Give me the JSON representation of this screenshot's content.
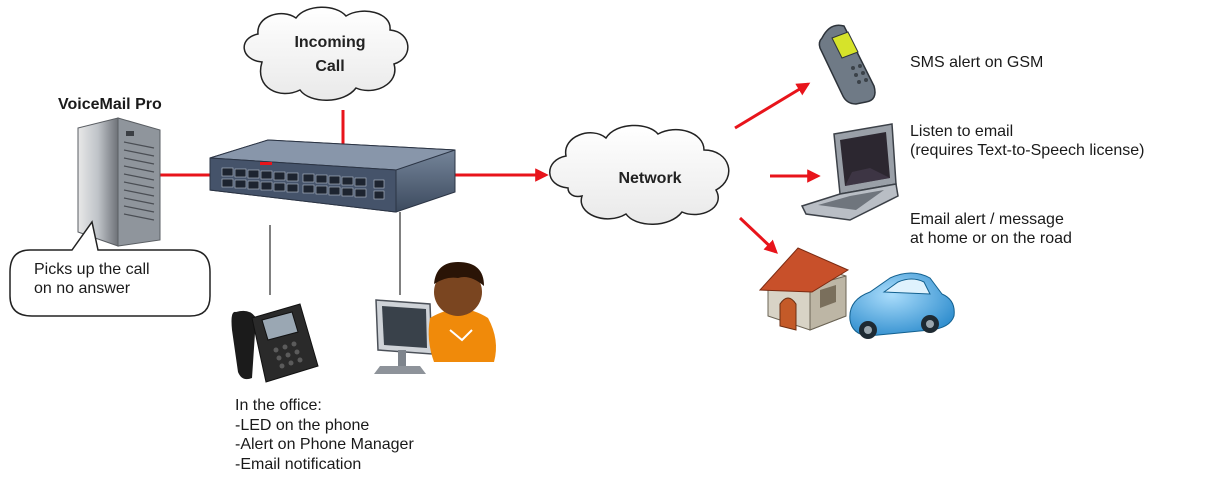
{
  "clouds": {
    "incoming_line1": "Incoming",
    "incoming_line2": "Call",
    "network": "Network"
  },
  "voicemail": {
    "title": "VoiceMail Pro",
    "callout_line1": "Picks up the call",
    "callout_line2": "on no answer"
  },
  "office": {
    "heading": "In the office:",
    "items": [
      "-LED on the phone",
      "-Alert on Phone Manager",
      "-Email notification"
    ]
  },
  "alerts": {
    "sms": "SMS alert on GSM",
    "listen_line1": "Listen to email",
    "listen_line2": "(requires Text-to-Speech license)",
    "email_line1": "Email alert / message",
    "email_line2": "at home or on the road"
  },
  "colors": {
    "connector_red": "#e8141b",
    "line_gray": "#555555",
    "switch_body": "#4a5a70",
    "user_head": "#7a4520",
    "user_body": "#f08a0a",
    "house_roof": "#c8502a",
    "car_body": "#3aa0e0"
  },
  "icons": [
    "server-icon",
    "ip-office-switch-icon",
    "desk-phone-icon",
    "pc-user-icon",
    "mobile-phone-icon",
    "laptop-icon",
    "house-icon",
    "car-icon"
  ]
}
